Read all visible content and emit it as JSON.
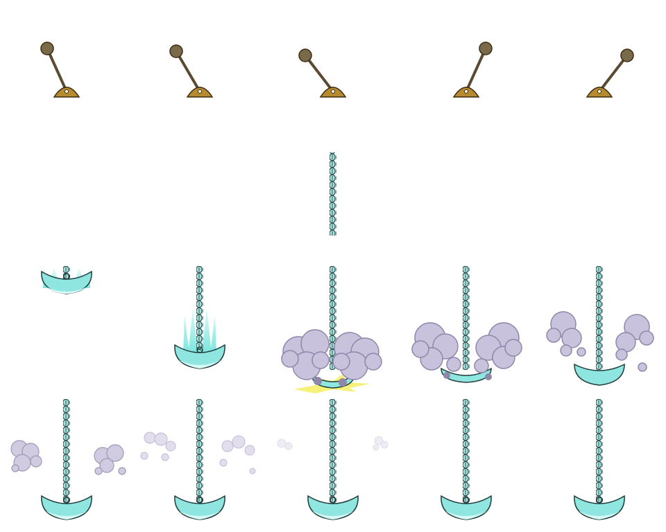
{
  "sprite_sheet": {
    "columns": 5,
    "rows": 4,
    "colors": {
      "lever_knob": "#7a6a4a",
      "lever_stick": "#5a4a32",
      "lever_base": "#b88a2e",
      "lever_outline": "#3a2a10",
      "chain": "#a8e2dc",
      "chain_outline": "#2f5553",
      "anchor_fill": "#8fe6e0",
      "anchor_light": "#d8faf7",
      "anchor_outline": "#1f3a38",
      "glow": "#6fe4dc",
      "smoke": "#c9c2dc",
      "smoke_dark": "#8f86aa",
      "spark": "#f4f06a"
    },
    "frames": [
      {
        "row": 0,
        "col": 0,
        "sprite": "lever-icon",
        "lever_angle": -25
      },
      {
        "row": 0,
        "col": 1,
        "sprite": "lever-icon",
        "lever_angle": -30
      },
      {
        "row": 0,
        "col": 2,
        "sprite": "lever-icon",
        "lever_angle": -38
      },
      {
        "row": 0,
        "col": 3,
        "sprite": "lever-icon",
        "lever_angle": 20
      },
      {
        "row": 0,
        "col": 4,
        "sprite": "lever-icon",
        "lever_angle": 38
      },
      {
        "row": 1,
        "col": 2,
        "sprite": "chain-icon"
      },
      {
        "row": 2,
        "col": 0,
        "sprite": "anchor-drop-icon",
        "glow": true
      },
      {
        "row": 2,
        "col": 1,
        "sprite": "anchor-drop-icon",
        "glow": true
      },
      {
        "row": 2,
        "col": 2,
        "sprite": "anchor-impact-icon",
        "smoke": 1.0,
        "sparks": true
      },
      {
        "row": 2,
        "col": 3,
        "sprite": "anchor-impact-icon",
        "smoke": 0.9
      },
      {
        "row": 2,
        "col": 4,
        "sprite": "anchor-impact-icon",
        "smoke": 0.75
      },
      {
        "row": 3,
        "col": 0,
        "sprite": "anchor-settle-icon",
        "smoke": 0.6
      },
      {
        "row": 3,
        "col": 1,
        "sprite": "anchor-settle-icon",
        "smoke": 0.4
      },
      {
        "row": 3,
        "col": 2,
        "sprite": "anchor-settle-icon",
        "smoke": 0.15
      },
      {
        "row": 3,
        "col": 3,
        "sprite": "anchor-settle-icon",
        "smoke": 0
      },
      {
        "row": 3,
        "col": 4,
        "sprite": "anchor-settle-icon",
        "smoke": 0
      }
    ]
  }
}
